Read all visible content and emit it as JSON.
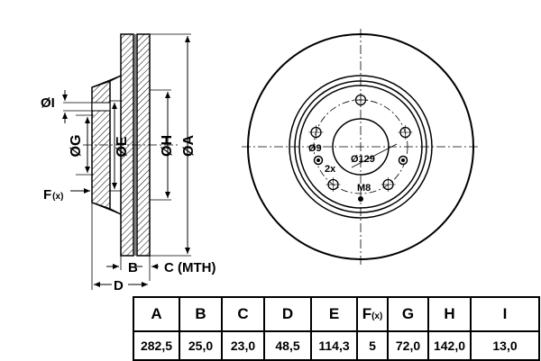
{
  "side_view": {
    "labels": {
      "A": "ØA",
      "E": "ØE",
      "G": "ØG",
      "H": "ØH",
      "I": "ØI",
      "F": "F",
      "F_sub": "(x)",
      "B": "B",
      "C": "C (MTH)",
      "D": "D"
    }
  },
  "front_view": {
    "labels": {
      "bolt_hole_dia": "Ø9",
      "bolt_hole_count": "2x",
      "pcd": "Ø129",
      "thread": "M8"
    }
  },
  "spec_table": {
    "headers": [
      "A",
      "B",
      "C",
      "D",
      "E",
      "F",
      "G",
      "H",
      "I"
    ],
    "f_header_sub": "(x)",
    "values": [
      "282,5",
      "25,0",
      "23,0",
      "48,5",
      "114,3",
      "5",
      "72,0",
      "142,0",
      "13,0"
    ]
  }
}
